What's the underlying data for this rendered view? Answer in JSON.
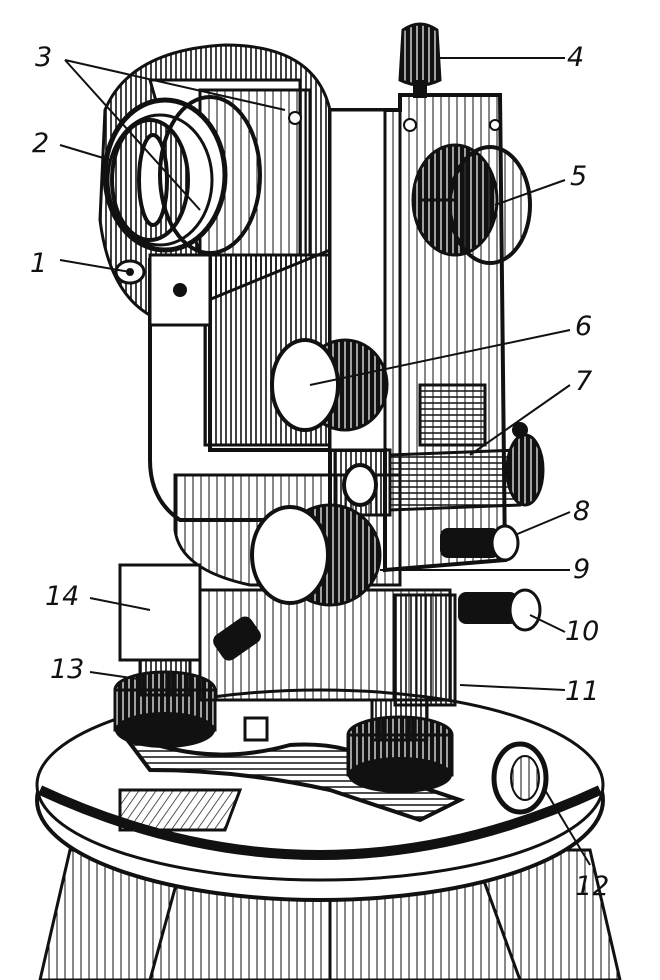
{
  "labels": [
    {
      "id": "1",
      "text": "1"
    },
    {
      "id": "2",
      "text": "2"
    },
    {
      "id": "3",
      "text": "3"
    },
    {
      "id": "4",
      "text": "4"
    },
    {
      "id": "5",
      "text": "5"
    },
    {
      "id": "6",
      "text": "6"
    },
    {
      "id": "7",
      "text": "7"
    },
    {
      "id": "8",
      "text": "8"
    },
    {
      "id": "9",
      "text": "9"
    },
    {
      "id": "10",
      "text": "10"
    },
    {
      "id": "11",
      "text": "11"
    },
    {
      "id": "12",
      "text": "12"
    },
    {
      "id": "13",
      "text": "13"
    },
    {
      "id": "14",
      "text": "14"
    }
  ],
  "colors": {
    "ink": "#111111",
    "paper": "#ffffff"
  }
}
